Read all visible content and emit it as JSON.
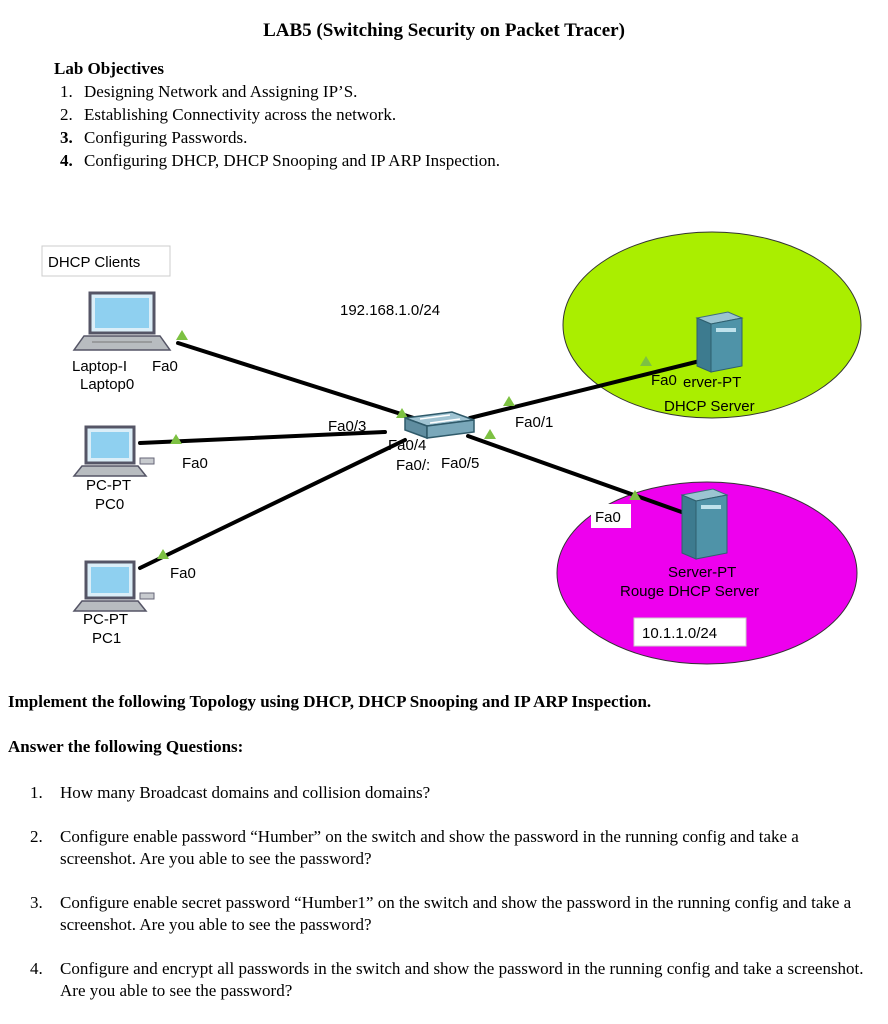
{
  "title": "LAB5 (Switching Security on Packet Tracer)",
  "objectives": {
    "heading": "Lab Objectives",
    "items": [
      {
        "num": "1.",
        "text": "Designing Network and Assigning IP’S."
      },
      {
        "num": "2.",
        "text": "Establishing Connectivity across the network."
      },
      {
        "num": "3.",
        "text": "Configuring Passwords."
      },
      {
        "num": "4.",
        "text": "Configuring DHCP, DHCP Snooping and IP ARP Inspection."
      }
    ]
  },
  "topology": {
    "clients_box": "DHCP Clients",
    "network_green": "192.168.1.0/24",
    "network_magenta": "10.1.1.0/24",
    "laptop": {
      "line1": "Laptop-I",
      "line2": "Laptop0",
      "port": "Fa0"
    },
    "pc0": {
      "line1": "PC-PT",
      "line2": "PC0",
      "port": "Fa0"
    },
    "pc1": {
      "line1": "PC-PT",
      "line2": "PC1",
      "port": "Fa0"
    },
    "switch_ports": {
      "fa03": "Fa0/3",
      "fa04": "Fa0/4",
      "fa02": "Fa0/:",
      "fa05": "Fa0/5",
      "fa01": "Fa0/1"
    },
    "dhcp_server": {
      "line1": "erver-PT",
      "line2": "DHCP Server",
      "port": "Fa0"
    },
    "rogue_server": {
      "line1": "Server-PT",
      "line2": "Rouge DHCP Server",
      "port": "Fa0"
    },
    "colors": {
      "green_zone": "#aaee00",
      "magenta_zone": "#ee00ee",
      "link_arrow": "#7dc142",
      "server": "#4f93a8",
      "device_screen": "#8fd0f0"
    }
  },
  "implement": "Implement the following Topology using DHCP, DHCP Snooping and IP ARP Inspection.",
  "answer_heading": "Answer the following Questions:",
  "questions": [
    {
      "num": "1.",
      "text": "How many Broadcast domains and collision domains?"
    },
    {
      "num": "2.",
      "text": "Configure enable password “Humber” on the switch and show the password in the running config and take a screenshot. Are you able to see the password?"
    },
    {
      "num": "3.",
      "text": "Configure enable secret password “Humber1” on the switch and show the password in the running config and take a screenshot. Are you able to see the password?"
    },
    {
      "num": "4.",
      "text": "Configure and encrypt all passwords in the switch and show the password in the running config and take a screenshot. Are you able to see the password?"
    }
  ]
}
